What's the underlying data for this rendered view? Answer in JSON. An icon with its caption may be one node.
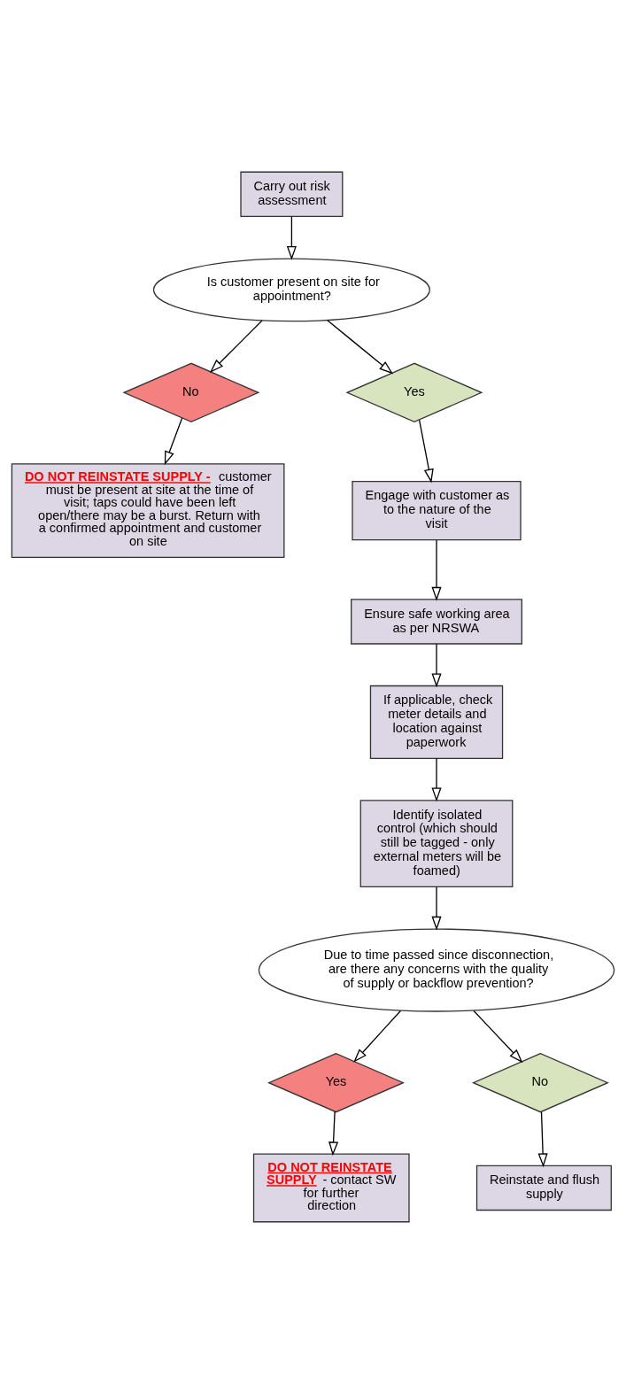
{
  "diagram": {
    "nodes": [
      {
        "text": [
          "Carry out risk assessment"
        ]
      },
      {
        "text": [
          "Is customer present on site for appointment?"
        ]
      },
      {
        "text": [
          "No"
        ]
      },
      {
        "text": [
          "Yes"
        ]
      },
      {
        "text": [
          "**DO NOT REINSTATE SUPPLY -** customer must be present at site at the time of visit; taps could have been left open/there may be a burst. Return with a confirmed appointment and customer on site"
        ]
      },
      {
        "text": [
          "Engage with customer as to the nature of the visit"
        ]
      },
      {
        "text": [
          "Ensure safe working area as per NRSWA"
        ]
      },
      {
        "text": [
          "If applicable, check meter details and location against paperwork"
        ]
      },
      {
        "text": [
          "Identify isolated control (which should still be tagged - only external meters will be foamed)"
        ]
      },
      {
        "text": [
          "Due to time passed since disconnection, are there any concerns with the quality of supply or backflow prevention?"
        ]
      },
      {
        "text": [
          "Yes"
        ]
      },
      {
        "text": [
          "No"
        ]
      },
      {
        "text": [
          "**DO NOT REINSTATE SUPPLY** - contact SW for further direction"
        ]
      },
      {
        "text": [
          "Reinstate and flush supply"
        ]
      }
    ],
    "edges": [
      {
        "from": 0,
        "to": 1,
        "arrow": "to"
      },
      {
        "from": 1,
        "to": 2,
        "arrow": "to"
      },
      {
        "from": 1,
        "to": 3,
        "arrow": "to"
      },
      {
        "from": 2,
        "to": 4,
        "arrow": "to"
      },
      {
        "from": 3,
        "to": 5,
        "arrow": "to"
      },
      {
        "from": 5,
        "to": 6,
        "arrow": "to"
      },
      {
        "from": 6,
        "to": 7,
        "arrow": "to"
      },
      {
        "from": 7,
        "to": 8,
        "arrow": "to"
      },
      {
        "from": 8,
        "to": 9,
        "arrow": "to"
      },
      {
        "from": 9,
        "to": 10,
        "arrow": "to"
      },
      {
        "from": 9,
        "to": 11,
        "arrow": "to"
      },
      {
        "from": 10,
        "to": 12,
        "arrow": "to"
      },
      {
        "from": 11,
        "to": 13,
        "arrow": "to"
      }
    ]
  }
}
